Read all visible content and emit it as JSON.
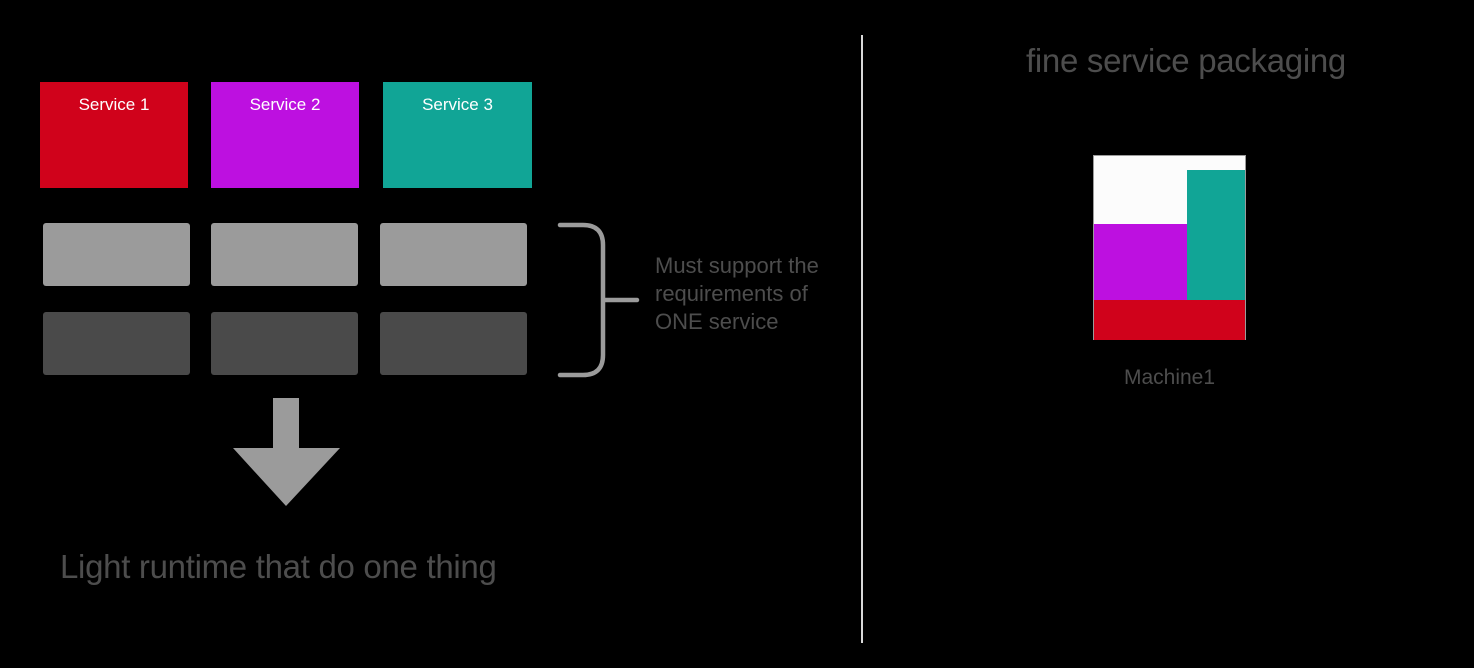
{
  "background_color": "#000000",
  "text_color": "#4d4d4d",
  "divider_color": "#d9d9d9",
  "left_panel": {
    "services": [
      {
        "label": "Service 1",
        "color": "#d0021b"
      },
      {
        "label": "Service 2",
        "color": "#bd10e0"
      },
      {
        "label": "Service 3",
        "color": "#11a596"
      }
    ],
    "runtime_layers": {
      "light_color": "#9b9b9b",
      "dark_color": "#4a4a4a"
    },
    "brace_color": "#9b9b9b",
    "annotation": "Must support the requirements of ONE service",
    "arrow_color": "#9b9b9b",
    "caption": "Light runtime that do one thing"
  },
  "right_panel": {
    "title": "fine service packaging",
    "machine": {
      "label": "Machine1",
      "frame_background": "#fcfcfc",
      "frame_border": "#9b9b9b",
      "allocations": [
        {
          "service": "Service 2",
          "color": "#bd10e0"
        },
        {
          "service": "Service 3",
          "color": "#11a596"
        },
        {
          "service": "Service 1",
          "color": "#d0021b"
        }
      ]
    }
  }
}
